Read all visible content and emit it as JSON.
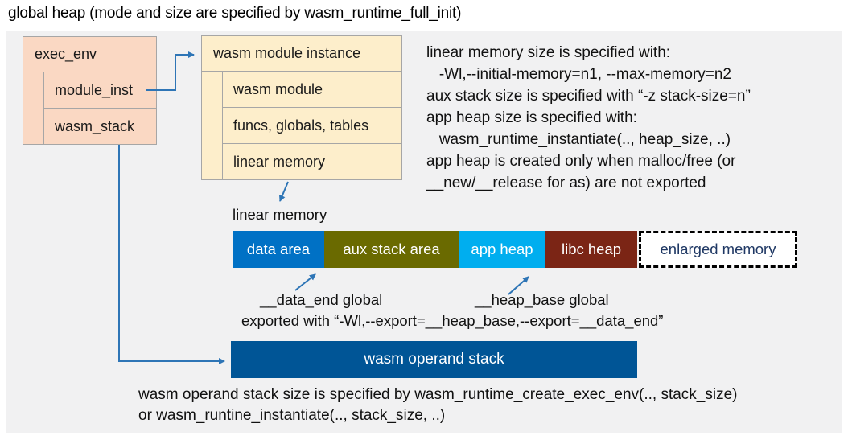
{
  "title": "global heap (mode and size are specified by wasm_runtime_full_init)",
  "exec_env_box": {
    "header": "exec_env",
    "rows": [
      "module_inst",
      "wasm_stack"
    ]
  },
  "module_instance_box": {
    "header": "wasm module instance",
    "rows": [
      "wasm module",
      "funcs, globals, tables",
      "linear memory"
    ]
  },
  "notes_top_right": {
    "lines": [
      "linear memory size is specified with:",
      "   -Wl,--initial-memory=n1, --max-memory=n2",
      "aux stack size is specified with “-z stack-size=n”",
      "app heap size is specified with:",
      "   wasm_runtime_instantiate(.., heap_size, ..)",
      "app heap is created only when malloc/free (or",
      "__new/__release for as) are not exported"
    ]
  },
  "linear_memory": {
    "label": "linear memory",
    "segments": [
      {
        "label": "data area",
        "color": "#0071c5"
      },
      {
        "label": "aux stack area",
        "color": "#6a6a00"
      },
      {
        "label": "app heap",
        "color": "#00aeef"
      },
      {
        "label": "libc heap",
        "color": "#7b2515"
      }
    ],
    "enlarged": {
      "label": "enlarged memory",
      "text_color": "#1f3864"
    }
  },
  "globals": {
    "data_end_label": "__data_end global",
    "heap_base_label": "__heap_base global",
    "export_note": "exported with “-Wl,--export=__heap_base,--export=__data_end”"
  },
  "operand_stack": {
    "label": "wasm operand stack",
    "color": "#005596"
  },
  "notes_bottom": {
    "lines": [
      "wasm operand stack size is specified by wasm_runtime_create_exec_env(.., stack_size)",
      "or wasm_runtine_instantiate(.., stack_size, ..)"
    ]
  },
  "colors": {
    "canvas": "#f1f1f2",
    "struct_salmon": "#fad8c3",
    "struct_cream": "#fdeecb",
    "struct_border": "#a6a6a6",
    "arrow": "#2e75b6",
    "enlarged_border": "#000000"
  }
}
